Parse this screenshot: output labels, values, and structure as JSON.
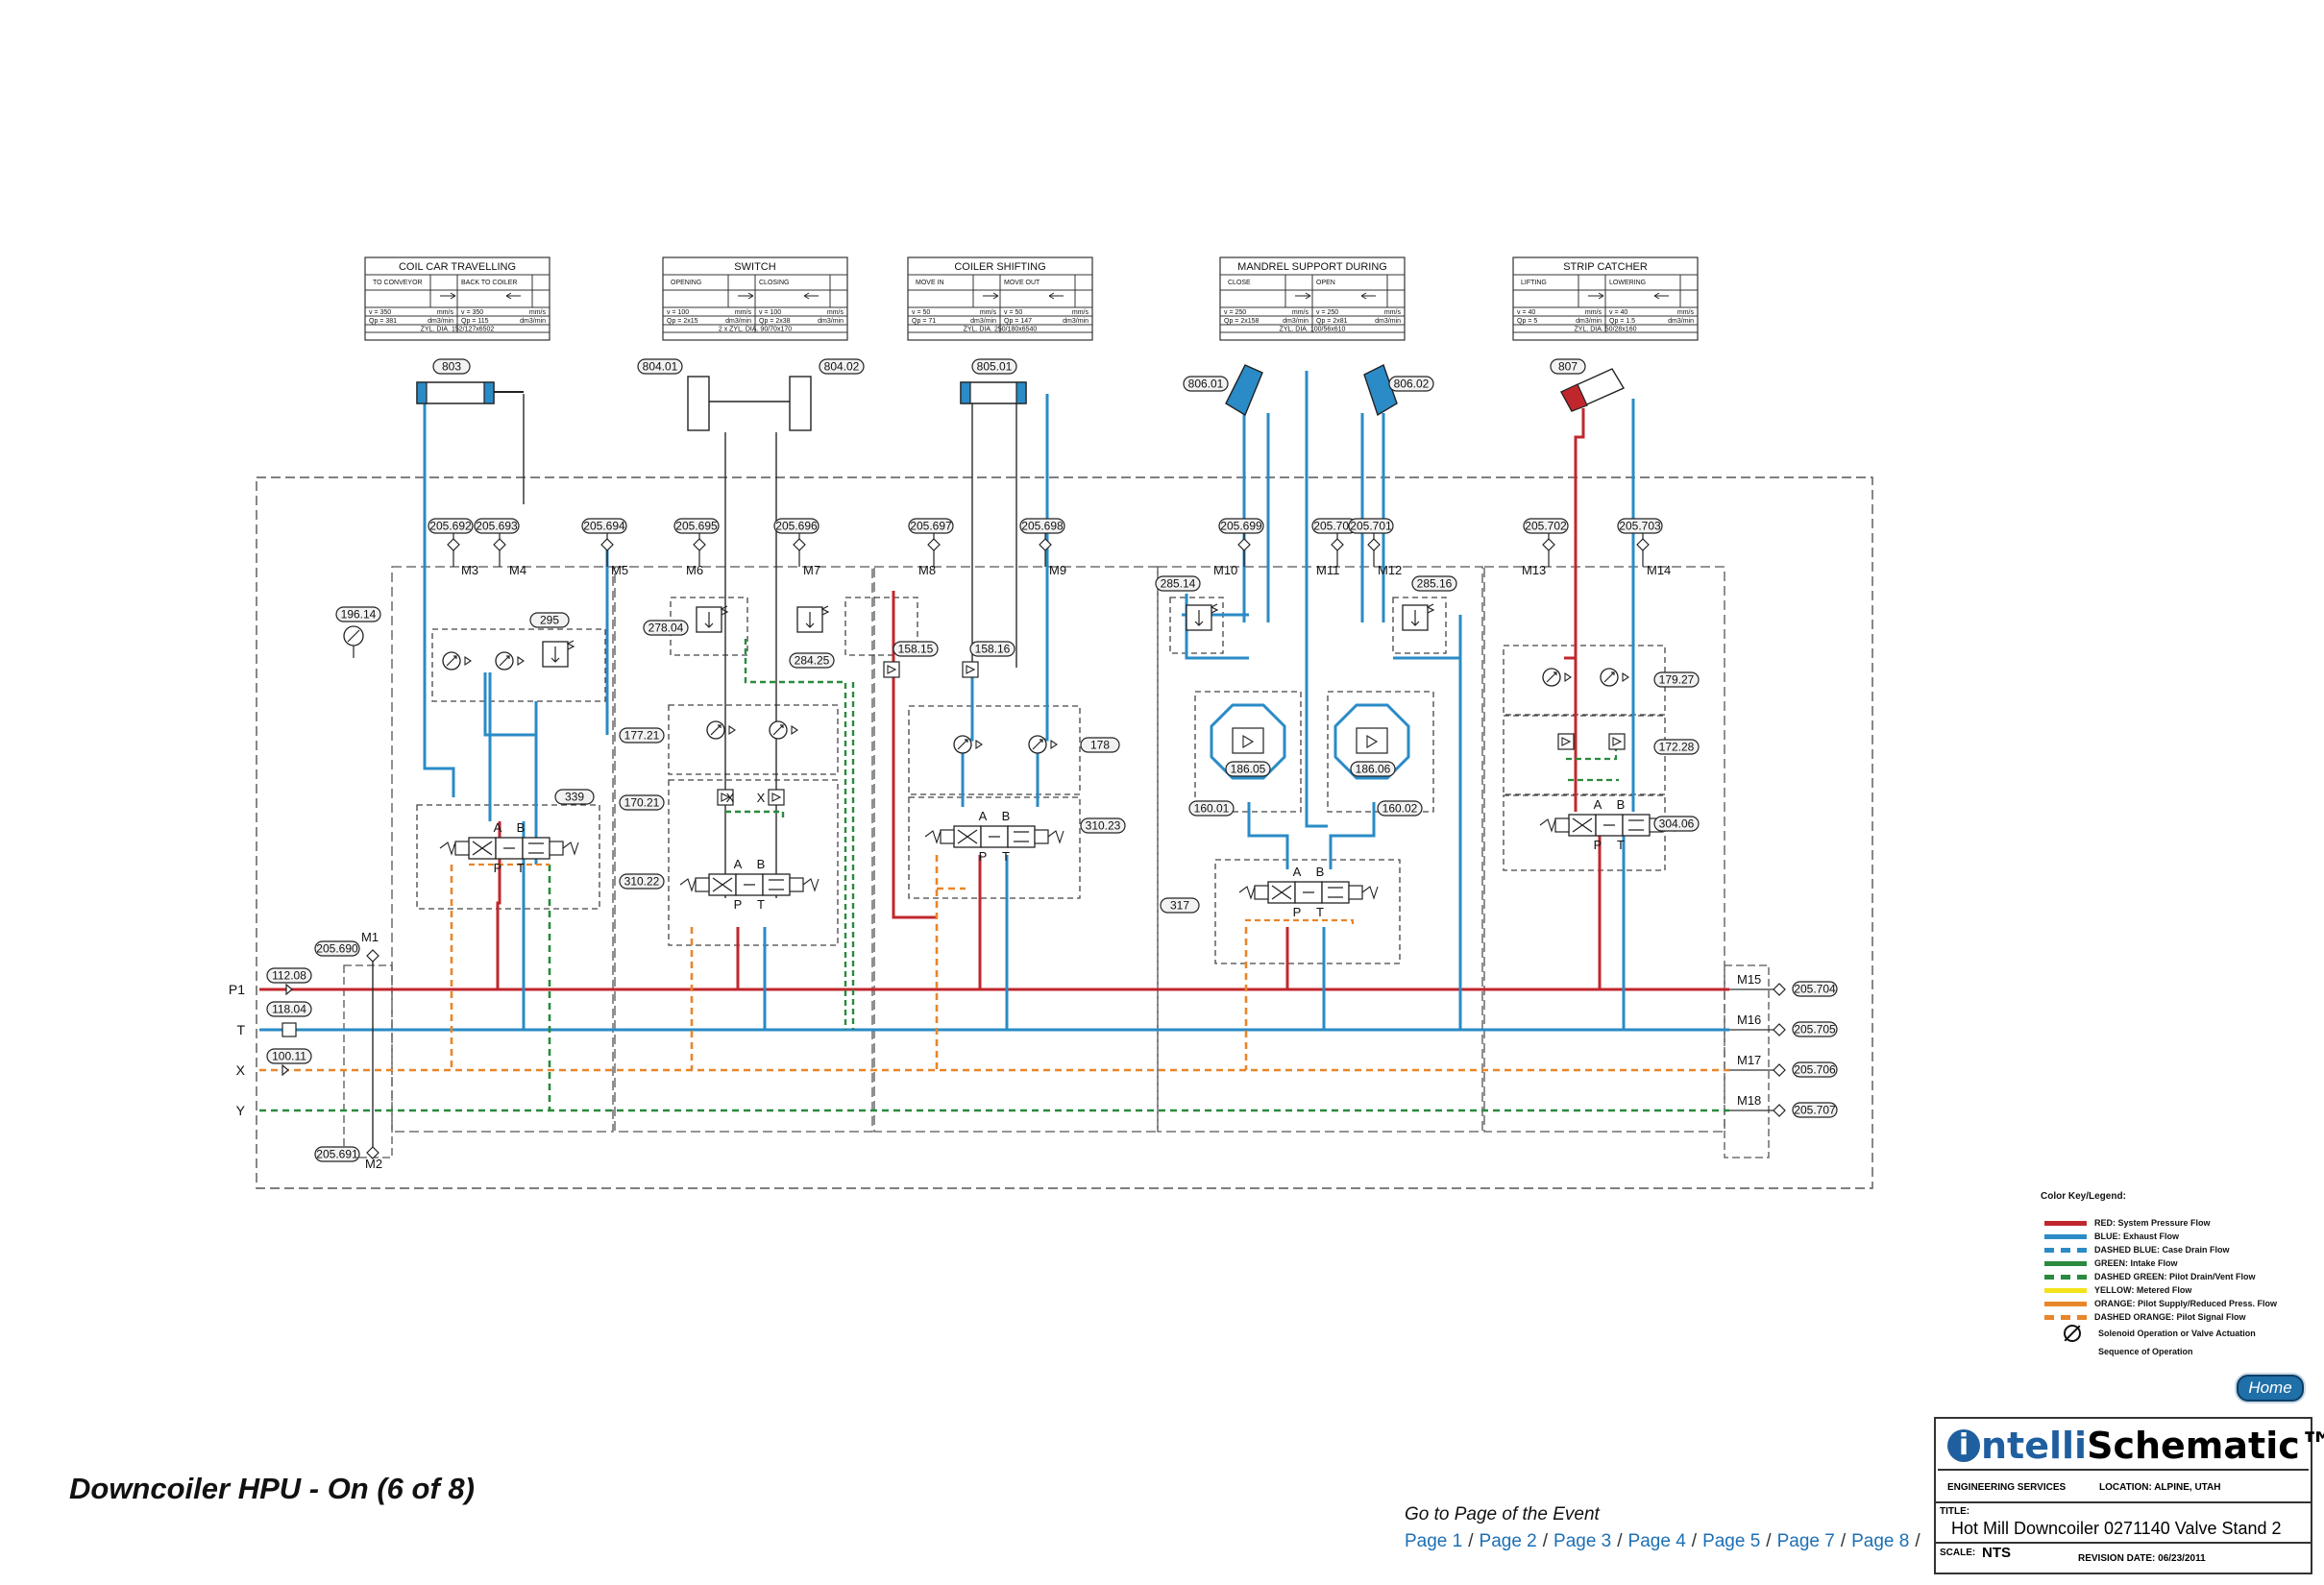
{
  "page": {
    "title": "Downcoiler HPU - On (6 of 8)",
    "nav_prompt": "Go to Page of the Event",
    "nav_links": [
      "Page 1",
      "Page 2",
      "Page 3",
      "Page 4",
      "Page 5",
      "Page 7",
      "Page 8"
    ],
    "home_label": "Home"
  },
  "colors": {
    "pressure": "#c0272d",
    "exhaust": "#2a8bc6",
    "intake": "#2a8a3e",
    "pilot_signal": "#e8862a",
    "metered": "#f2e21a",
    "component": "#2a2a2a"
  },
  "actuator_tables": [
    {
      "title": "COIL CAR TRAVELLING",
      "left": "TO CONVEYOR",
      "right": "BACK TO COILER",
      "v1": "v = 350",
      "v2": "v = 350",
      "u1": "mm/s",
      "u2": "mm/s",
      "q1": "Qp = 381",
      "q2": "Qp = 115",
      "d1": "dm3/min",
      "d2": "dm3/min",
      "foot": "ZYL. DIA. 152/127x6502"
    },
    {
      "title": "SWITCH",
      "left": "OPENING",
      "right": "CLOSING",
      "v1": "v = 100",
      "v2": "v = 100",
      "u1": "mm/s",
      "u2": "mm/s",
      "q1": "Qp = 2x15",
      "q2": "Qp = 2x38",
      "d1": "dm3/min",
      "d2": "dm3/min",
      "foot": "2 x ZYL. DIA. 90/70x170"
    },
    {
      "title": "COILER SHIFTING",
      "left": "MOVE IN",
      "right": "MOVE OUT",
      "v1": "v = 50",
      "v2": "v = 50",
      "u1": "mm/s",
      "u2": "mm/s",
      "q1": "Qp = 71",
      "q2": "Qp = 147",
      "d1": "dm3/min",
      "d2": "dm3/min",
      "foot": "ZYL. DIA. 250/180x6540"
    },
    {
      "title": "MANDREL SUPPORT DURING",
      "left": "CLOSE",
      "right": "OPEN",
      "v1": "v = 250",
      "v2": "v = 250",
      "u1": "mm/s",
      "u2": "mm/s",
      "q1": "Qp = 2x158",
      "q2": "Qp = 2x81",
      "d1": "dm3/min",
      "d2": "dm3/min",
      "foot": "ZYL. DIA. 100/56x610"
    },
    {
      "title": "STRIP CATCHER",
      "left": "LIFTING",
      "right": "LOWERING",
      "v1": "v = 40",
      "v2": "v = 40",
      "u1": "mm/s",
      "u2": "mm/s",
      "q1": "Qp = 5",
      "q2": "Qp = 1.5",
      "d1": "dm3/min",
      "d2": "dm3/min",
      "foot": "ZYL. DIA. 50/28x160"
    }
  ],
  "cylinder_tags": [
    "803",
    "804.01",
    "804.02",
    "805.01",
    "806.01",
    "806.02",
    "807"
  ],
  "test_point_tags": [
    "205.692",
    "205.693",
    "205.694",
    "205.695",
    "205.696",
    "205.697",
    "205.698",
    "205.699",
    "205.700",
    "205.701",
    "205.702",
    "205.703"
  ],
  "port_labels": [
    "M3",
    "M4",
    "M5",
    "M6",
    "M7",
    "M8",
    "M9",
    "M10",
    "M11",
    "M12",
    "M13",
    "M14",
    "M1",
    "M2",
    "M15",
    "M16",
    "M17",
    "M18"
  ],
  "component_tags": [
    "196.14",
    "295",
    "339",
    "278.04",
    "284.25",
    "177.21",
    "170.21",
    "310.22",
    "158.15",
    "158.16",
    "178",
    "310.23",
    "285.14",
    "285.16",
    "186.05",
    "186.06",
    "160.01",
    "160.02",
    "317",
    "179.27",
    "172.28",
    "304.06",
    "205.690",
    "205.691",
    "112.08",
    "118.04",
    "100.11",
    "205.704",
    "205.705",
    "205.706",
    "205.707"
  ],
  "line_labels": [
    "P1",
    "T",
    "X",
    "Y"
  ],
  "valve_port_letters": [
    "A",
    "B",
    "P",
    "T",
    "X"
  ],
  "legend": {
    "title": "Color Key/Legend:",
    "items": [
      {
        "label": "RED: System Pressure Flow",
        "color": "#c0272d",
        "style": "solid"
      },
      {
        "label": "BLUE: Exhaust Flow",
        "color": "#2a8bc6",
        "style": "solid"
      },
      {
        "label": "DASHED BLUE: Case Drain Flow",
        "color": "#2a8bc6",
        "style": "dashed"
      },
      {
        "label": "GREEN: Intake Flow",
        "color": "#2a8a3e",
        "style": "solid"
      },
      {
        "label": "DASHED GREEN: Pilot Drain/Vent Flow",
        "color": "#2a8a3e",
        "style": "dashed"
      },
      {
        "label": "YELLOW: Metered Flow",
        "color": "#f2e21a",
        "style": "solid"
      },
      {
        "label": "ORANGE: Pilot Supply/Reduced Press. Flow",
        "color": "#e8862a",
        "style": "solid"
      },
      {
        "label": "DASHED ORANGE: Pilot Signal Flow",
        "color": "#e8862a",
        "style": "dashed"
      }
    ],
    "symbol_label": "Solenoid Operation or Valve Actuation",
    "sequence_label": "Sequence of Operation"
  },
  "title_block": {
    "logo_i": "i",
    "logo_ntelli": "ntelli",
    "logo_schematic": "Schematic™",
    "services": "ENGINEERING SERVICES",
    "location": "LOCATION: ALPINE, UTAH",
    "title_label": "TITLE:",
    "title": "Hot Mill Downcoiler 0271140 Valve Stand 2",
    "scale_label": "SCALE:",
    "scale": "NTS",
    "revision": "REVISION DATE: 06/23/2011"
  }
}
